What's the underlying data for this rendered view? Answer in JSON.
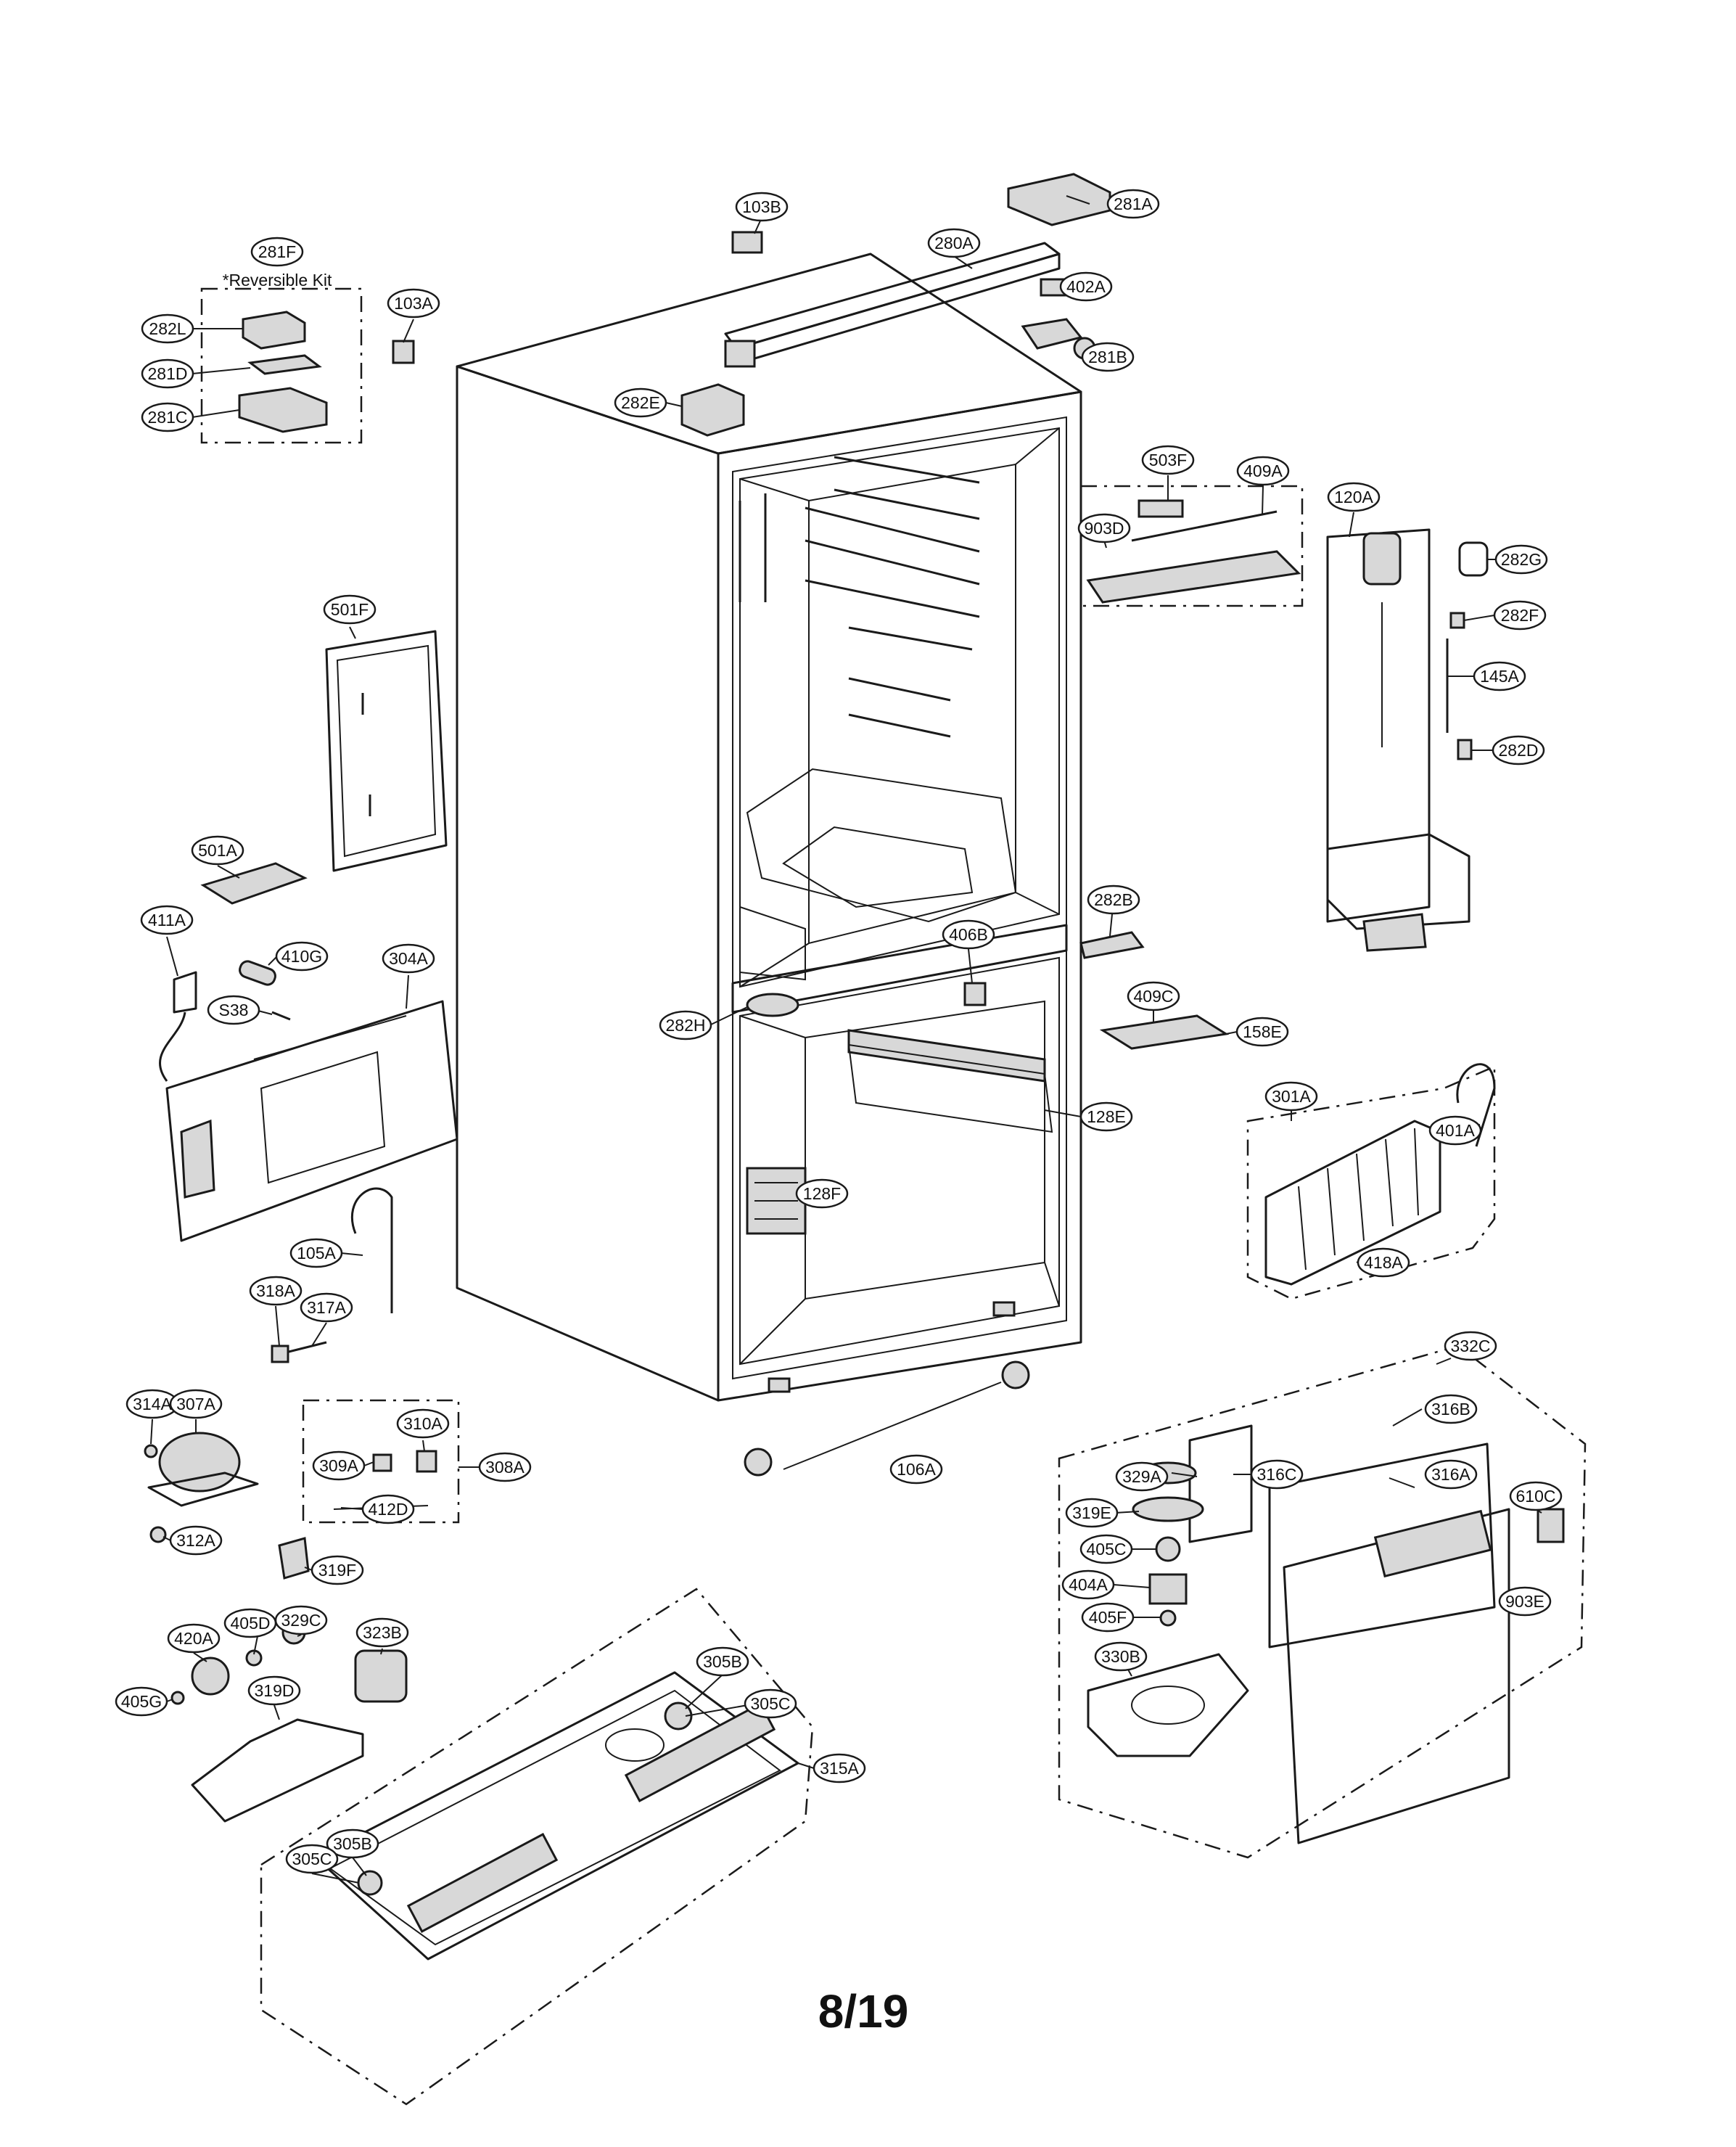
{
  "note": "*Reversible Kit",
  "page_number": "8/19",
  "labels": [
    "281A",
    "103B",
    "280A",
    "402A",
    "281F",
    "103A",
    "282L",
    "281D",
    "281C",
    "281B",
    "282E",
    "503F",
    "409A",
    "903D",
    "120A",
    "282G",
    "282F",
    "145A",
    "282D",
    "501F",
    "501A",
    "411A",
    "410G",
    "304A",
    "S38",
    "282B",
    "406B",
    "409C",
    "158E",
    "282H",
    "301A",
    "401A",
    "128E",
    "128F",
    "418A",
    "105A",
    "318A",
    "317A",
    "332C",
    "316B",
    "314A",
    "307A",
    "310A",
    "309A",
    "308A",
    "412D",
    "106A",
    "329A",
    "316C",
    "316A",
    "610C",
    "319E",
    "405C",
    "404A",
    "405F",
    "903E",
    "312A",
    "319F",
    "405D",
    "329C",
    "323B",
    "420A",
    "405G",
    "319D",
    "330B",
    "305B",
    "305C",
    "315A",
    "305B",
    "305C"
  ]
}
